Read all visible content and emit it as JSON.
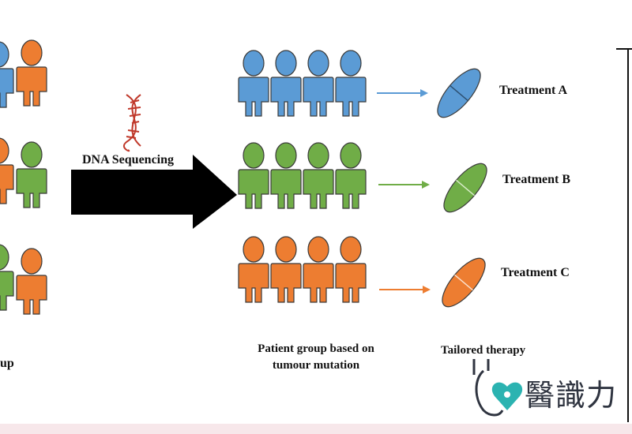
{
  "labels": {
    "dna_sequencing": "DNA Sequencing",
    "group_partial": "up",
    "patient_group_line1": "Patient group based on",
    "patient_group_line2": "tumour mutation",
    "tailored_therapy": "Tailored therapy"
  },
  "treatments": [
    {
      "label": "Treatment A",
      "color": "#5b9bd5"
    },
    {
      "label": "Treatment B",
      "color": "#70ad47"
    },
    {
      "label": "Treatment C",
      "color": "#ed7d31"
    }
  ],
  "colors": {
    "blue": "#5b9bd5",
    "green": "#70ad47",
    "orange": "#ed7d31",
    "outline": "#3a3a3a",
    "arrow": "#000000",
    "dna": "#c0392b",
    "logo_teal": "#2bb3b1"
  },
  "logo": {
    "text": "醫識力",
    "icon": "stethoscope-heart-icon"
  }
}
